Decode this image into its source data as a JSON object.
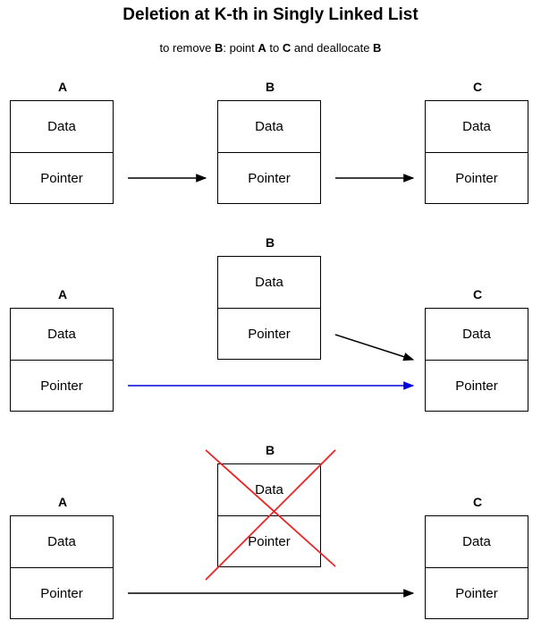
{
  "title": "Deletion at K-th in Singly Linked List",
  "subtitle": {
    "pre": "to remove ",
    "b1": "B",
    "mid1": ": point ",
    "a": "A",
    "mid2": " to ",
    "c": "C",
    "mid3": " and deallocate ",
    "b2": "B"
  },
  "colors": {
    "new_link": "#0000dd",
    "cross": "#ee2222",
    "arrow": "#000000"
  },
  "steps": [
    {
      "nodes": [
        {
          "label": "A",
          "data": "Data",
          "pointer": "Pointer"
        },
        {
          "label": "B",
          "data": "Data",
          "pointer": "Pointer"
        },
        {
          "label": "C",
          "data": "Data",
          "pointer": "Pointer"
        }
      ]
    },
    {
      "nodes": [
        {
          "label": "A",
          "data": "Data",
          "pointer": "Pointer"
        },
        {
          "label": "B",
          "data": "Data",
          "pointer": "Pointer"
        },
        {
          "label": "C",
          "data": "Data",
          "pointer": "Pointer"
        }
      ]
    },
    {
      "nodes": [
        {
          "label": "A",
          "data": "Data",
          "pointer": "Pointer"
        },
        {
          "label": "B",
          "data": "Data",
          "pointer": "Pointer"
        },
        {
          "label": "C",
          "data": "Data",
          "pointer": "Pointer"
        }
      ]
    }
  ]
}
